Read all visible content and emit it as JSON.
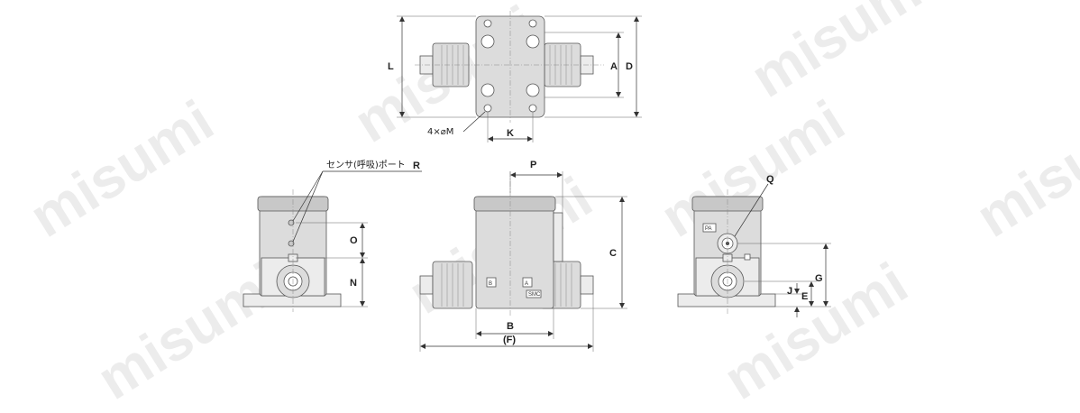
{
  "watermark": "misumi",
  "labels": {
    "L": "L",
    "A": "A",
    "D": "D",
    "K": "K",
    "M": "4×⌀M",
    "R_text": "センサ(呼吸)ポート",
    "R": "R",
    "O": "O",
    "N": "N",
    "P": "P",
    "C": "C",
    "B": "B",
    "F": "(F)",
    "Q": "Q",
    "G": "G",
    "J": "J",
    "E": "E"
  },
  "markings": {
    "port_b": "B",
    "port_a": "A",
    "smc": "SMC",
    "pa": "PA"
  }
}
